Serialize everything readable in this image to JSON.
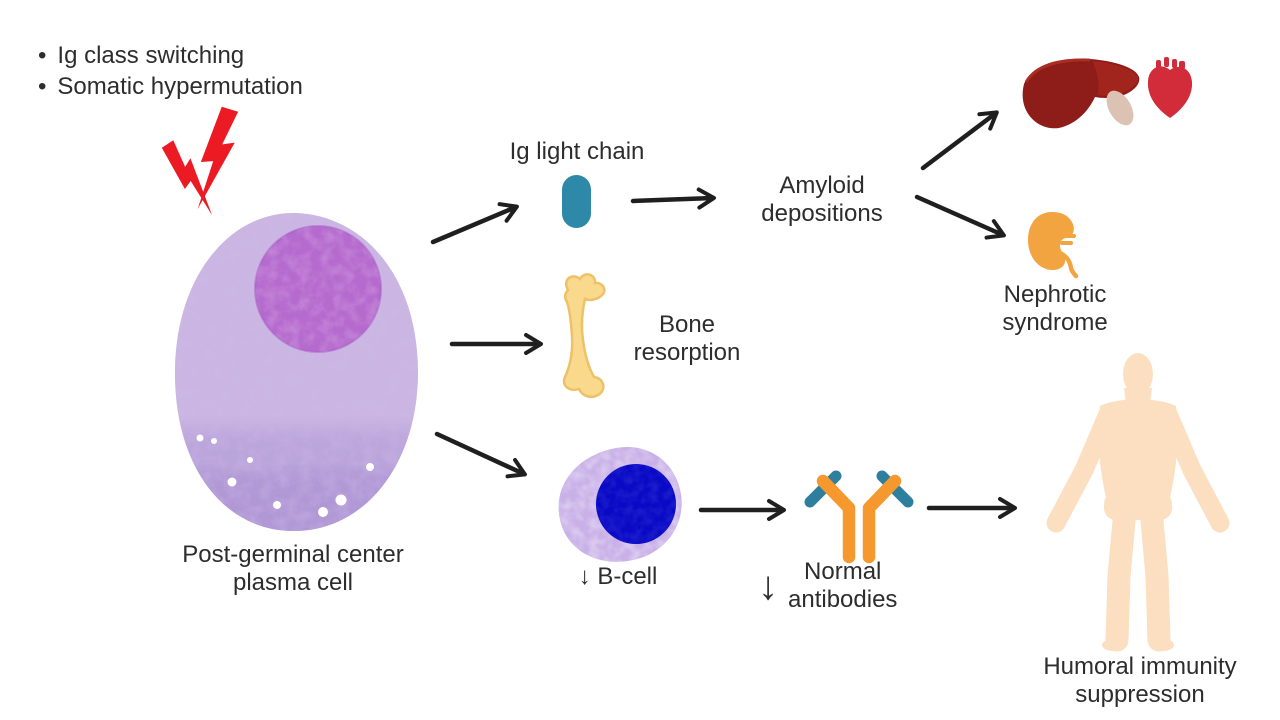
{
  "bullets": [
    "Ig class switching",
    "Somatic hypermutation"
  ],
  "nodes": {
    "plasma_cell": {
      "line1": "Post-germinal center",
      "line2": "plasma cell"
    },
    "ig_light_chain": {
      "label": "Ig light chain"
    },
    "amyloid": {
      "line1": "Amyloid",
      "line2": "depositions"
    },
    "nephrotic": {
      "line1": "Nephrotic",
      "line2": "syndrome"
    },
    "bone": {
      "line1": "Bone",
      "line2": "resorption"
    },
    "b_cell": {
      "label": "↓ B-cell"
    },
    "antibodies": {
      "down_arrow": "↓",
      "line1": "Normal",
      "line2": "antibodies"
    },
    "human": {
      "line1": "Humoral immunity",
      "line2": "suppression"
    }
  },
  "edges": [
    {
      "from": "plasma-cell",
      "to": "ig-light-chain"
    },
    {
      "from": "plasma-cell",
      "to": "bone-resorption"
    },
    {
      "from": "plasma-cell",
      "to": "b-cell"
    },
    {
      "from": "ig-light-chain",
      "to": "amyloid-depositions"
    },
    {
      "from": "amyloid-depositions",
      "to": "liver-heart-organs"
    },
    {
      "from": "amyloid-depositions",
      "to": "kidney-nephrotic-syndrome"
    },
    {
      "from": "b-cell",
      "to": "normal-antibodies"
    },
    {
      "from": "normal-antibodies",
      "to": "humoral-immunity-suppression"
    }
  ],
  "icons": {
    "lightning": "lightning-bolts-icon",
    "pill": "ig-light-chain-pill-icon",
    "liver": "liver-icon",
    "gallbladder": "gallbladder-icon",
    "heart": "heart-icon",
    "kidney": "kidney-icon",
    "bone": "bone-icon",
    "antibody": "antibody-icon",
    "human": "human-silhouette-icon"
  },
  "colors": {
    "text": "#2d2d2d",
    "arrow": "#1f1f1f",
    "lightning_red": "#ec1b23",
    "cell_body": "#cbb7e3",
    "cell_nucleus": "#b56ace",
    "ig_pill_teal": "#2e89a8",
    "liver_dark_red": "#8e1c19",
    "liver_light_lobe": "#a2251d",
    "gallbladder_beige": "#dcc2b2",
    "heart_red": "#d22b3a",
    "kidney_orange": "#f2a441",
    "bone_yellow": "#f9d98b",
    "bone_outline": "#eec169",
    "bcell_body": "#c9b1e8",
    "bcell_nucleus": "#0a0ac6",
    "antibody_orange": "#f5982d",
    "antibody_teal": "#2e7f9e",
    "human_peach": "#fbdfc0"
  }
}
